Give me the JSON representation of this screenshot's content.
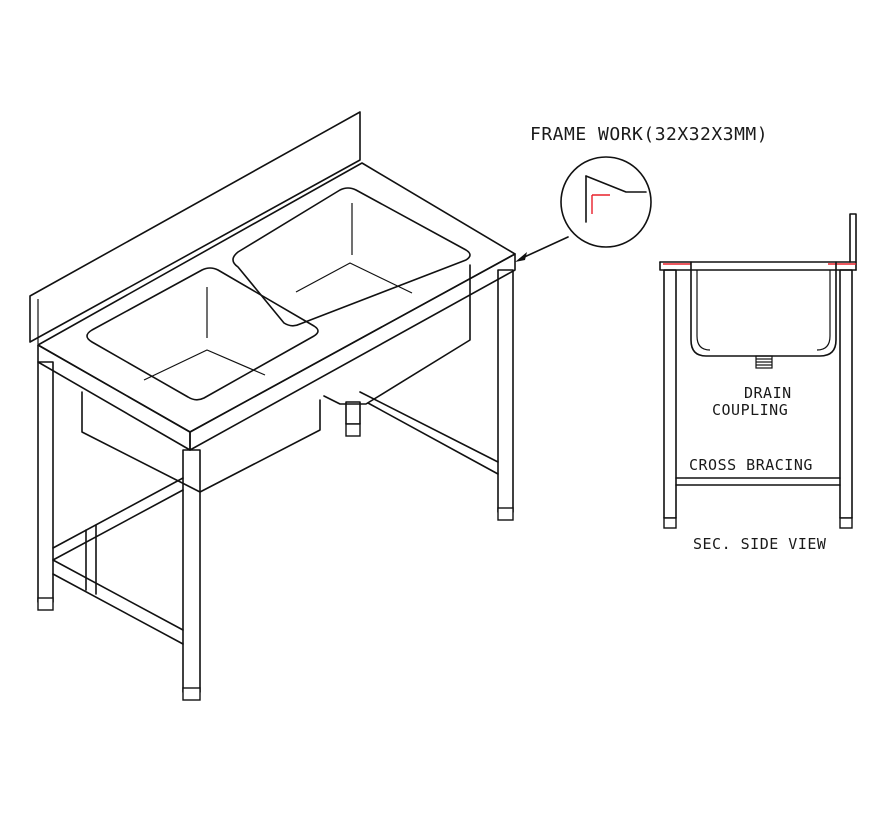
{
  "labels": {
    "frame_work": "FRAME WORK(32X32X3MM)",
    "drain_line1": "DRAIN",
    "drain_line2": "COUPLING",
    "cross_bracing": "CROSS BRACING",
    "side_view": "SEC. SIDE VIEW"
  },
  "colors": {
    "line": "#111111",
    "highlight": "#e8202a",
    "background": "#ffffff"
  }
}
